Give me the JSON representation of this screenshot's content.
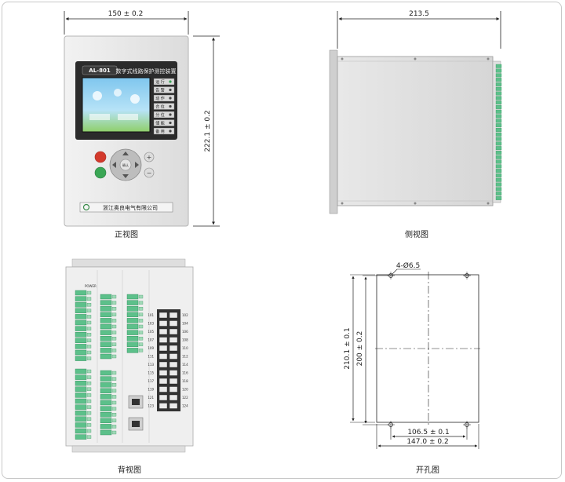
{
  "front_view": {
    "caption": "正视图",
    "width_dim": "150 ± 0.2",
    "height_dim": "222.1 ± 0.2",
    "model": "AL-801",
    "device_name": "数字式线路保护测控装置",
    "company": "浙江奥良电气有限公司",
    "indicators": [
      "运 行",
      "告 警",
      "动 作",
      "合 位",
      "分 位",
      "储 能",
      "备 用"
    ],
    "ok_key": "确认"
  },
  "side_view": {
    "caption": "侧视图",
    "depth_dim": "213.5"
  },
  "back_view": {
    "caption": "背视图",
    "power_label": "POWER",
    "terminal_left": [
      "101",
      "103",
      "105",
      "107",
      "109",
      "111",
      "113",
      "115",
      "117",
      "119",
      "121",
      "123"
    ],
    "terminal_right": [
      "102",
      "104",
      "106",
      "108",
      "110",
      "112",
      "114",
      "116",
      "118",
      "120",
      "122",
      "124"
    ]
  },
  "cutout_view": {
    "caption": "开孔图",
    "hole_dim": "4-Ø6.5",
    "outer_height_dim": "210.1 ± 0.1",
    "inner_height_dim": "200 ± 0.2",
    "inner_width_dim": "106.5 ± 0.1",
    "outer_width_dim": "147.0 ± 0.2"
  },
  "colors": {
    "panel": "#e6e6e6",
    "lcd_frame": "#2b2b2b",
    "terminal_green": "#5cc08a",
    "red_button": "#d33a2c",
    "green_button": "#3aa655"
  }
}
